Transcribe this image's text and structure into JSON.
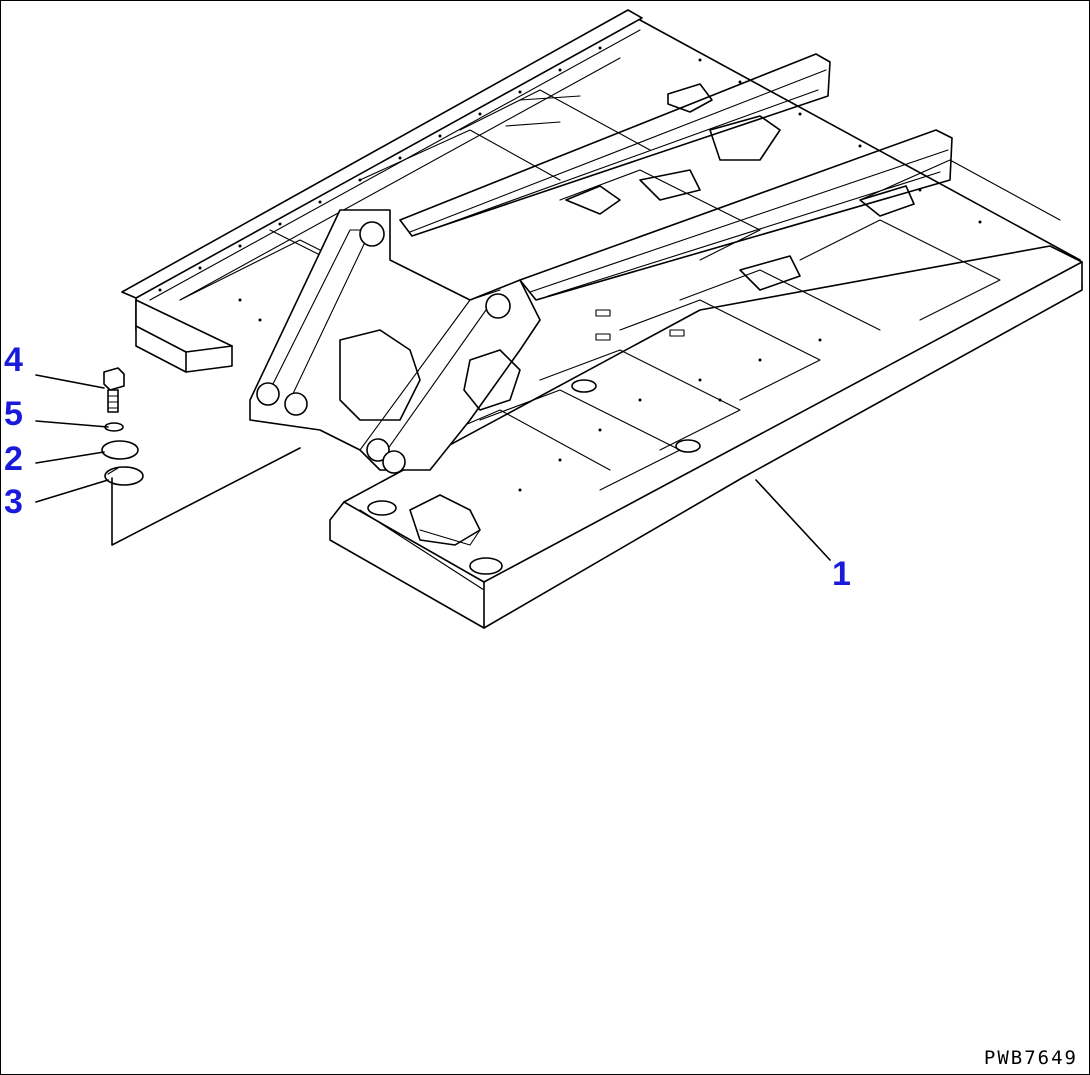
{
  "callouts": [
    {
      "id": "c1",
      "label": "1"
    },
    {
      "id": "c2",
      "label": "2"
    },
    {
      "id": "c3",
      "label": "3"
    },
    {
      "id": "c4",
      "label": "4"
    },
    {
      "id": "c5",
      "label": "5"
    }
  ],
  "drawing_code": "PWB7649",
  "colors": {
    "callout": "#1a1adc",
    "line": "#000000",
    "background": "#ffffff"
  }
}
